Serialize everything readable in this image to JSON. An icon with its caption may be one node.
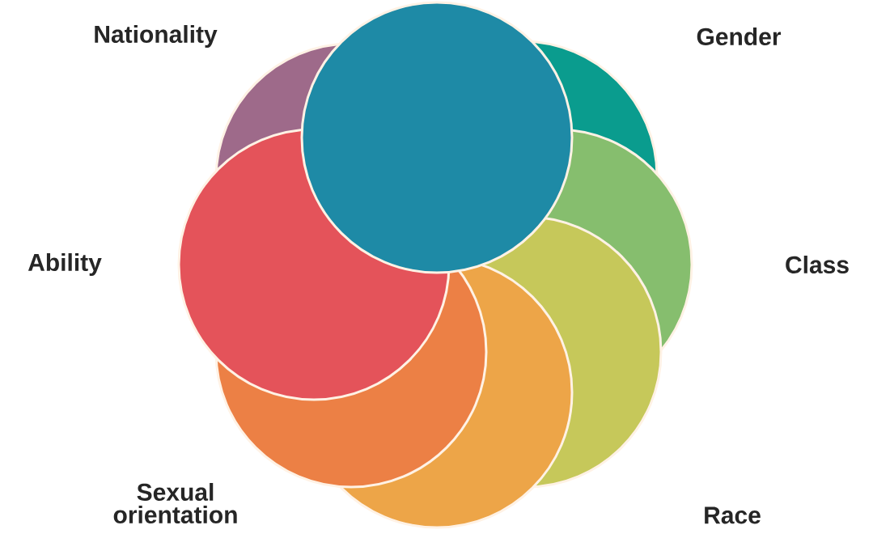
{
  "diagram": {
    "labels": [
      "Nationality",
      "Gender",
      "Ability",
      "Class",
      "Sexual orientation",
      "Race"
    ]
  }
}
